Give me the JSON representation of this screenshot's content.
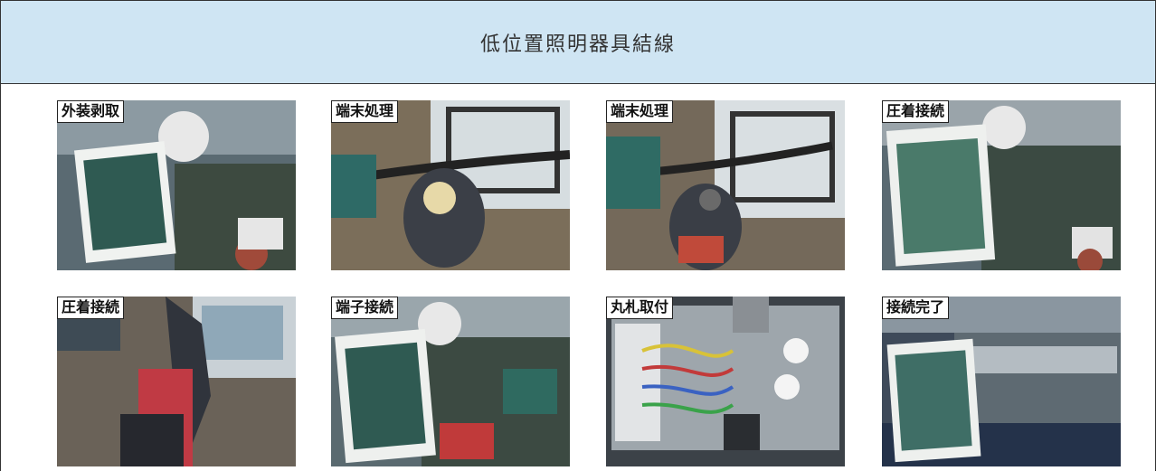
{
  "header": {
    "title": "低位置照明器具結線"
  },
  "photos": [
    {
      "label": "外装剥取",
      "scene": "board"
    },
    {
      "label": "端末処理",
      "scene": "hand"
    },
    {
      "label": "端末処理",
      "scene": "hand2"
    },
    {
      "label": "圧着接続",
      "scene": "board2"
    },
    {
      "label": "圧着接続",
      "scene": "crimp"
    },
    {
      "label": "端子接続",
      "scene": "board"
    },
    {
      "label": "丸札取付",
      "scene": "box"
    },
    {
      "label": "接続完了",
      "scene": "done"
    }
  ]
}
